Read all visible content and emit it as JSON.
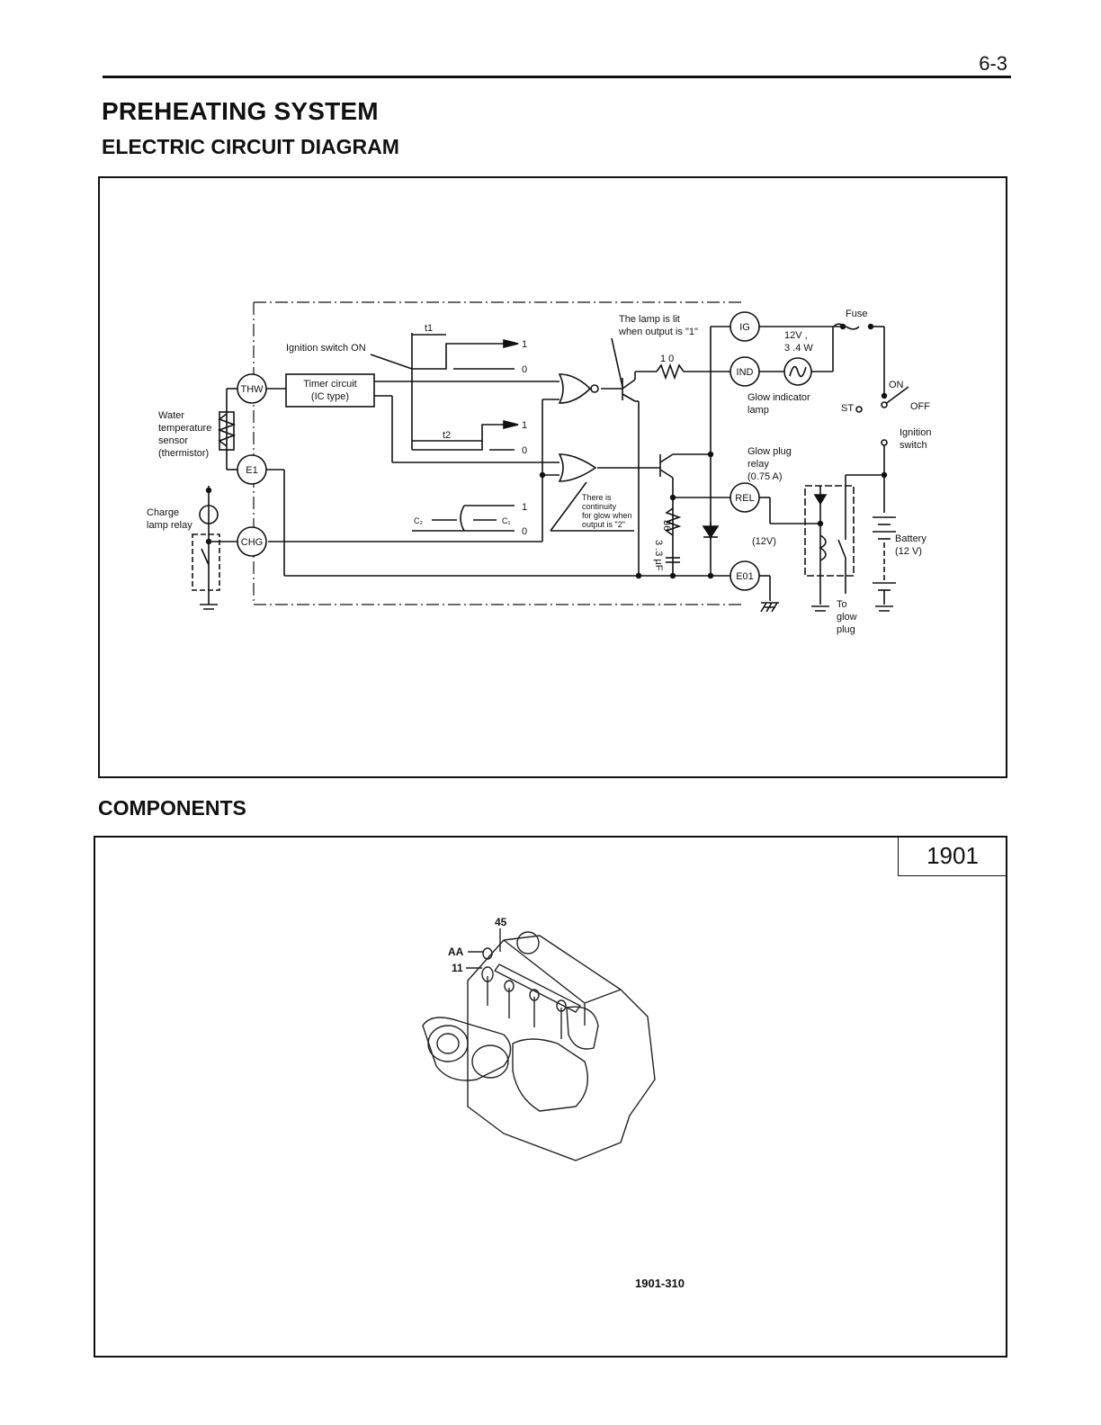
{
  "page": {
    "number": "6-3",
    "title": "PREHEATING SYSTEM",
    "subtitle": "ELECTRIC CIRCUIT DIAGRAM",
    "components_heading": "COMPONENTS",
    "section_code": "1901",
    "figure_code": "1901-310"
  },
  "diagram": {
    "labels": {
      "lamp_lit": [
        "The lamp is lit",
        "when output is \"1\""
      ],
      "fuse": "Fuse",
      "ig": "IG",
      "ind": "IND",
      "rel": "REL",
      "e01": "E01",
      "thw": "THW",
      "e1": "E1",
      "chg": "CHG",
      "lamp_rating": [
        "12V ,",
        "3 .4 W"
      ],
      "resistor_10": "1 0",
      "t1": "t1",
      "t2": "t2",
      "ignition_on": "Ignition switch ON",
      "timer": [
        "Timer circuit",
        "(IC type)"
      ],
      "one": "1",
      "zero": "0",
      "water_sensor": [
        "Water",
        "temperature",
        "sensor",
        "(thermistor)"
      ],
      "charge_relay": [
        "Charge",
        "lamp relay"
      ],
      "c2": "C₂",
      "c1": "C₁",
      "continuity": [
        "There is",
        "continuity",
        "for glow when",
        "output is \"2\""
      ],
      "glow_indicator": [
        "Glow indicator",
        "lamp"
      ],
      "glow_relay": [
        "Glow plug",
        "relay",
        "(0.75 A)"
      ],
      "resistor_36": "36",
      "cap": "3 .3 μF",
      "volt_12": "(12V)",
      "st": "ST",
      "on": "ON",
      "off": "OFF",
      "ign_switch": [
        "Ignition",
        "switch"
      ],
      "battery": [
        "Battery",
        "(12 V)"
      ],
      "to_glow": [
        "To",
        "glow",
        "plug"
      ]
    }
  },
  "components": {
    "callouts": {
      "c45": "45",
      "caa": "AA",
      "c11": "11"
    }
  }
}
